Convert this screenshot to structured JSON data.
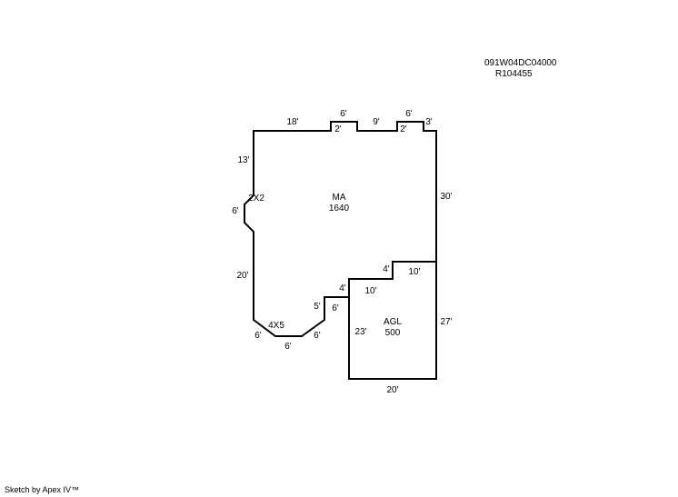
{
  "header": {
    "parcel_id": "091W04DC04000",
    "record_no": "R104455"
  },
  "footer": {
    "credit": "Sketch by Apex IV™"
  },
  "areas": {
    "main": {
      "code": "MA",
      "sqft": "1640"
    },
    "garage": {
      "code": "AGL",
      "sqft": "500"
    }
  },
  "dimensions": {
    "top_left_run": "18'",
    "bump1_width": "6'",
    "bump1_depth": "2'",
    "top_mid_run": "9'",
    "bump2_width": "6'",
    "bump2_depth": "2'",
    "top_right_run": "3'",
    "left_upper": "13'",
    "chamfer_left": "2X2",
    "left_jog": "6'",
    "left_lower": "20'",
    "chamfer_bottom": "4X5",
    "bottom_left_diag": "6'",
    "bottom_run": "6'",
    "bottom_right_diag": "6'",
    "step_vert": "6'",
    "step_horiz": "5'",
    "garage_step_small": "4'",
    "garage_step_small_horiz": "4'",
    "garage_top_left": "10'",
    "garage_top_right": "10'",
    "right_upper": "30'",
    "garage_left": "23'",
    "garage_right": "27'",
    "garage_bottom": "20'"
  }
}
